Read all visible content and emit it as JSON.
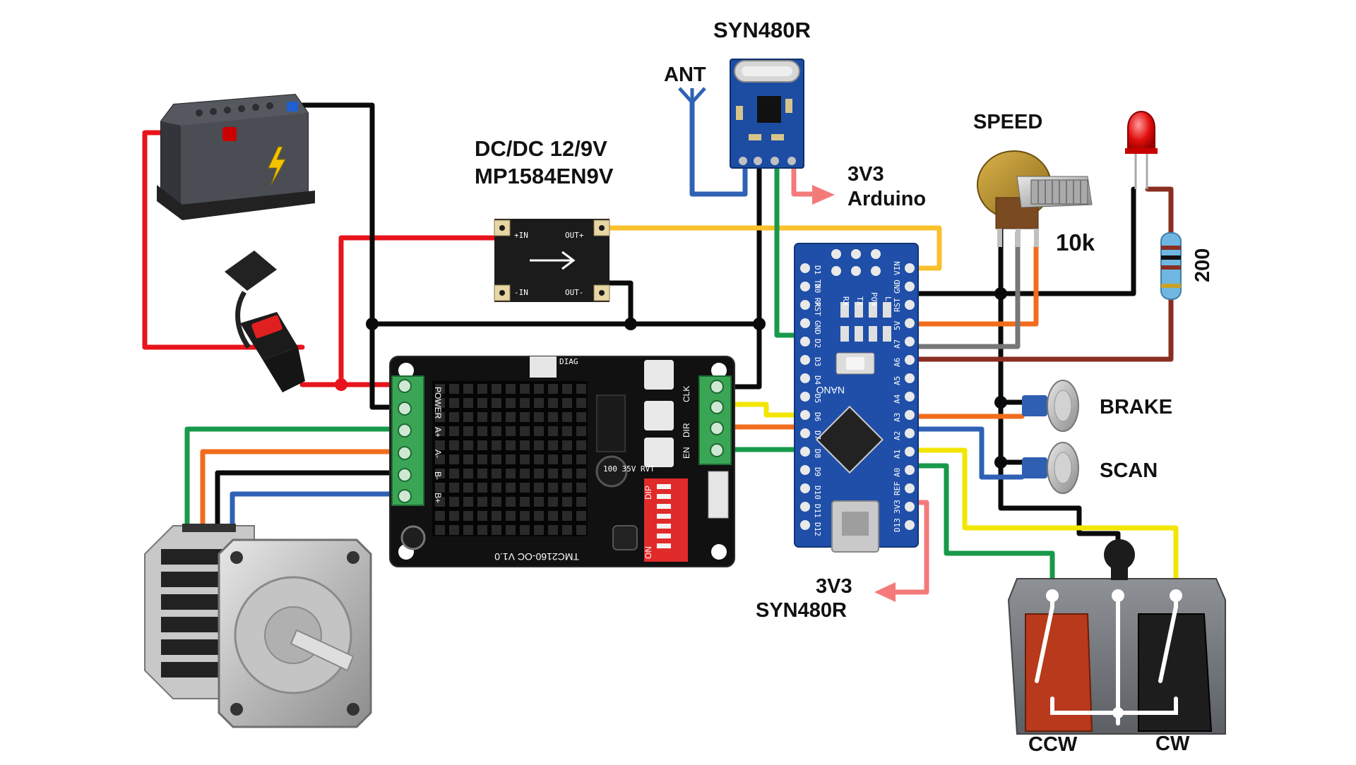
{
  "labels": {
    "receiver_title": "SYN480R",
    "antenna": "ANT",
    "dcdc_line1": "DC/DC 12/9V",
    "dcdc_line2": "MP1584EN9V",
    "out_3v3_top": "3V3",
    "out_3v3_top_target": "Arduino",
    "speed": "SPEED",
    "pot_value": "10k",
    "resistor_value": "200",
    "brake": "BRAKE",
    "scan": "SCAN",
    "out_3v3_bottom": "3V3",
    "out_3v3_bottom_target": "SYN480R",
    "ccw": "CCW",
    "cw": "CW"
  },
  "dcdc_pins": {
    "in_plus": "+IN",
    "out_plus": "OUT+",
    "in_minus": "-IN",
    "out_minus": "OUT-"
  },
  "driver": {
    "name": "TMC2160-OC V1.0",
    "left_terminals": [
      "POWER",
      "A+",
      "A-",
      "B-",
      "B+"
    ],
    "right_terminals": [
      "CLK",
      "DIR",
      "EN"
    ],
    "dip_label": "DIP",
    "on_label": "ON",
    "diag_label": "DIAG",
    "cap_text": "100 35V RVT"
  },
  "arduino": {
    "name": "NANO",
    "top_pins": [
      "D1 TX",
      "D0 RX",
      "RST",
      "GND",
      "D2",
      "D3",
      "D4",
      "D5",
      "D6",
      "D7",
      "D8",
      "D9",
      "D10",
      "D11",
      "D12"
    ],
    "bottom_pins": [
      "VIN",
      "GND",
      "RST",
      "5V",
      "A7",
      "A6",
      "A5",
      "A4",
      "A3",
      "A2",
      "A1",
      "A0",
      "REF",
      "3V3",
      "D13"
    ],
    "leds": [
      "RX",
      "TX",
      "POW",
      "L"
    ]
  },
  "colors": {
    "red": "#e8141b",
    "black": "#0a0a0a",
    "yellow": "#fbc02d",
    "blue": "#2f62b5",
    "green": "#17994a",
    "orange": "#f26c1d",
    "gray": "#777777",
    "brown": "#8a2e22",
    "pink": "#f47a7a",
    "bright_yellow": "#f2e600",
    "nano_board": "#1f4fa8",
    "driver_board": "#111111",
    "terminal_green": "#3aa655"
  }
}
